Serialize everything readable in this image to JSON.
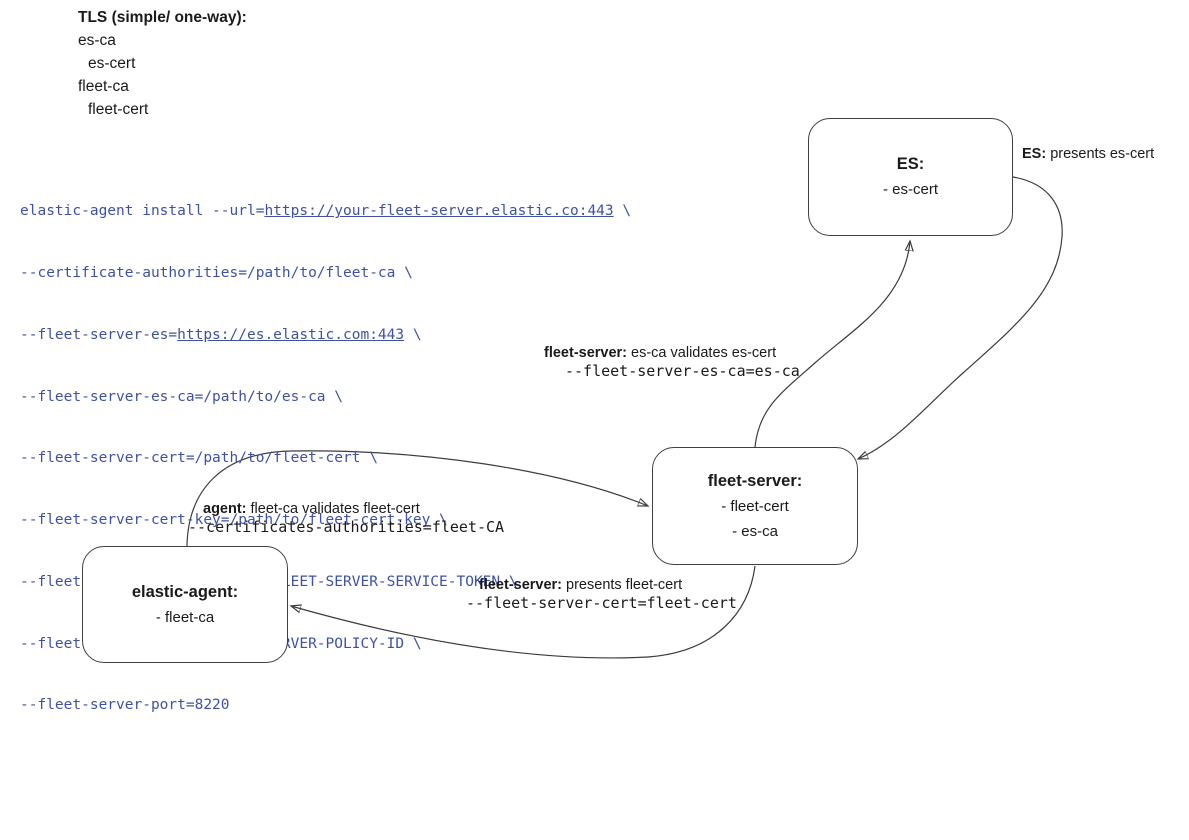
{
  "colors": {
    "background": "#ffffff",
    "command_text": "#3f51a5",
    "edge_stroke": "#3c3c3c",
    "node_border": "#3f3f3f",
    "text": "#1a1a1a"
  },
  "legend": {
    "title": "TLS (simple/ one-way):",
    "items": [
      "es-ca",
      "es-cert",
      "fleet-ca",
      "fleet-cert"
    ]
  },
  "command": {
    "line1_prefix": "elastic-agent install --url=",
    "line1_link": "https://your-fleet-server.elastic.co:443",
    "line1_suffix": " \\",
    "line2": "--certificate-authorities=/path/to/fleet-ca \\",
    "line3_prefix": "--fleet-server-es=",
    "line3_link": "https://es.elastic.com:443",
    "line3_suffix": " \\",
    "line4": "--fleet-server-es-ca=/path/to/es-ca \\",
    "line5": "--fleet-server-cert=/path/to/fleet-cert \\",
    "line6": "--fleet-server-cert-key=/path/to/fleet-cert-key \\",
    "line7": "--fleet-server-service-token=FLEET-SERVER-SERVICE-TOKEN \\",
    "line8": "--fleet-server-policy=FLEET-SERVER-POLICY-ID \\",
    "line9": "--fleet-server-port=8220"
  },
  "nodes": {
    "es": {
      "title": "ES:",
      "line1": "- es-cert"
    },
    "fleet_server": {
      "title": "fleet-server:",
      "line1": "- fleet-cert",
      "line2": "- es-ca"
    },
    "elastic_agent": {
      "title": "elastic-agent:",
      "line1": "- fleet-ca"
    }
  },
  "annotations": {
    "es_presents": {
      "bold": "ES:",
      "text": " presents es-cert"
    },
    "fleet_validates": {
      "bold": "fleet-server:",
      "text": " es-ca validates es-cert",
      "code": "--fleet-server-es-ca=es-ca"
    },
    "agent_validates": {
      "bold": "agent:",
      "text": " fleet-ca validates fleet-cert",
      "code": "--certificates-authorities=fleet-CA"
    },
    "fleet_presents": {
      "bold": "fleet-server:",
      "text": " presents fleet-cert",
      "code": "--fleet-server-cert=fleet-cert"
    }
  }
}
